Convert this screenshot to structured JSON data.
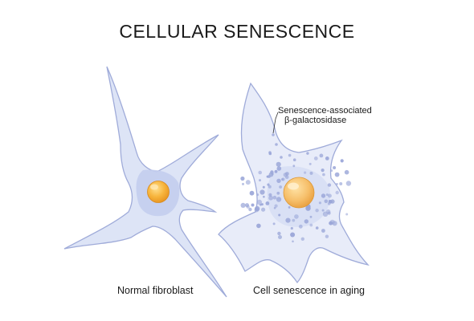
{
  "title": "CELLULAR SENESCENCE",
  "cells": [
    {
      "caption": "Normal fibroblast"
    },
    {
      "caption": "Cell senescence in aging"
    }
  ],
  "annotation": {
    "line1": "Senescence-associated",
    "line2": "β-galactosidase"
  },
  "colors": {
    "cell_fill": "#dfe5f7",
    "cell_outline": "#aab5dc",
    "cell_shade": "#b9c4ea",
    "nucleus": "#f3a531",
    "nucleus_highlight": "#ffd27a",
    "granules": "#9aa6d8"
  }
}
